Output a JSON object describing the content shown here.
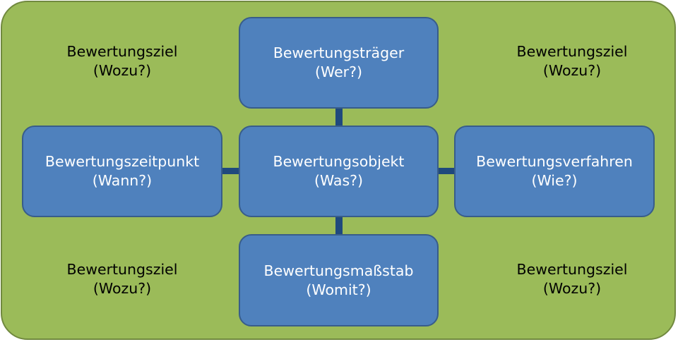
{
  "colors": {
    "background": "#9bbb59",
    "background_border": "#71893f",
    "box_fill": "#4f81bd",
    "box_border": "#385d8a",
    "connector": "#1f497d",
    "box_text": "#ffffff",
    "corner_text": "#000000"
  },
  "boxes": {
    "top": {
      "title": "Bewertungsträger",
      "question": "(Wer?)"
    },
    "left": {
      "title": "Bewertungszeitpunkt",
      "question": "(Wann?)"
    },
    "center": {
      "title": "Bewertungsobjekt",
      "question": "(Was?)"
    },
    "right": {
      "title": "Bewertungsverfahren",
      "question": "(Wie?)"
    },
    "bottom": {
      "title": "Bewertungsmaßstab",
      "question": "(Womit?)"
    }
  },
  "corners": {
    "top_left": {
      "title": "Bewertungsziel",
      "question": "(Wozu?)"
    },
    "top_right": {
      "title": "Bewertungsziel",
      "question": "(Wozu?)"
    },
    "bottom_left": {
      "title": "Bewertungsziel",
      "question": "(Wozu?)"
    },
    "bottom_right": {
      "title": "Bewertungsziel",
      "question": "(Wozu?)"
    }
  }
}
